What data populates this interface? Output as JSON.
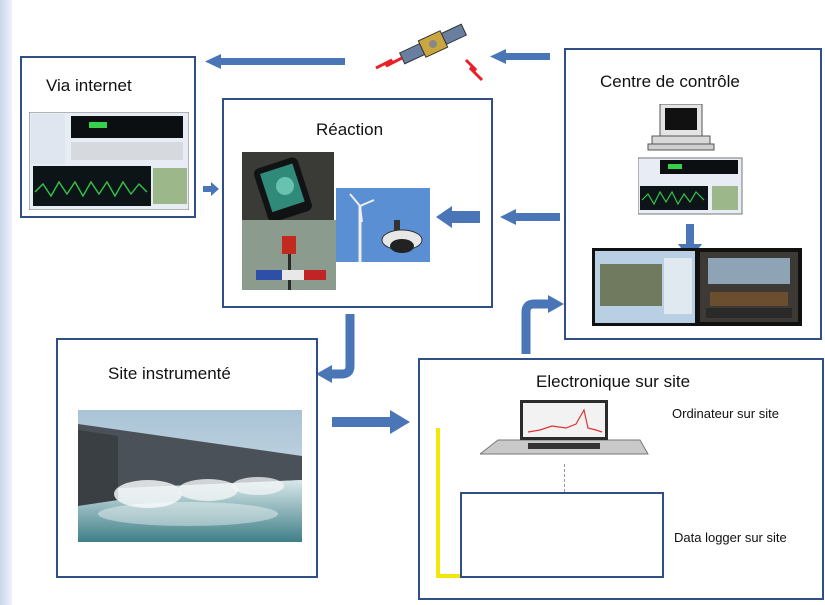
{
  "boxes": {
    "via_internet": "Via internet",
    "reaction": "Réaction",
    "centre_controle": "Centre de contrôle",
    "site_instrumente": "Site instrumenté",
    "electronique": "Electronique sur site"
  },
  "labels": {
    "ordinateur": "Ordinateur sur site",
    "data_logger": "Data logger sur site"
  },
  "colors": {
    "box_border": "#2f4f86",
    "arrow": "#4a76b8",
    "lightning": "#e8202a",
    "yellow_line": "#f2e60a"
  },
  "icons": {
    "satellite": "satellite-icon",
    "lightning": "lightning-icon"
  }
}
